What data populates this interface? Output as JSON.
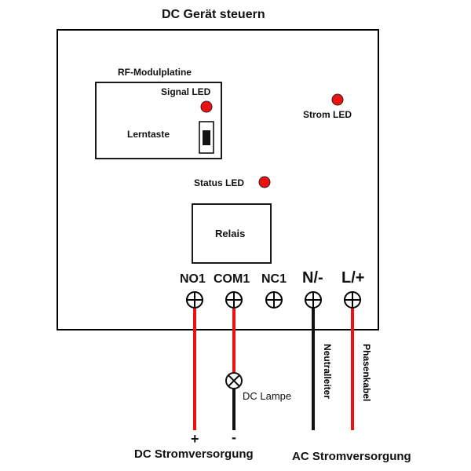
{
  "title": "DC Gerät steuern",
  "rf_module": {
    "label": "RF-Modulplatine",
    "signal_led": "Signal LED",
    "learn_button": "Lerntaste"
  },
  "power_led": "Strom LED",
  "status_led": "Status LED",
  "relay": "Relais",
  "terminals": {
    "no1": "NO1",
    "com1": "COM1",
    "nc1": "NC1",
    "n": "N/-",
    "l": "L/+"
  },
  "wires": {
    "neutral": "Neutralleiter",
    "phase": "Phasenkabel"
  },
  "dc_lamp": "DC Lampe",
  "dc_polarity": {
    "plus": "+",
    "minus": "-"
  },
  "supplies": {
    "dc": "DC Stromversorgung",
    "ac": "AC Stromversorgung"
  },
  "colors": {
    "led": "#ee1111",
    "wire_red": "#ee1111",
    "wire_black": "#111111",
    "outline": "#000000"
  }
}
